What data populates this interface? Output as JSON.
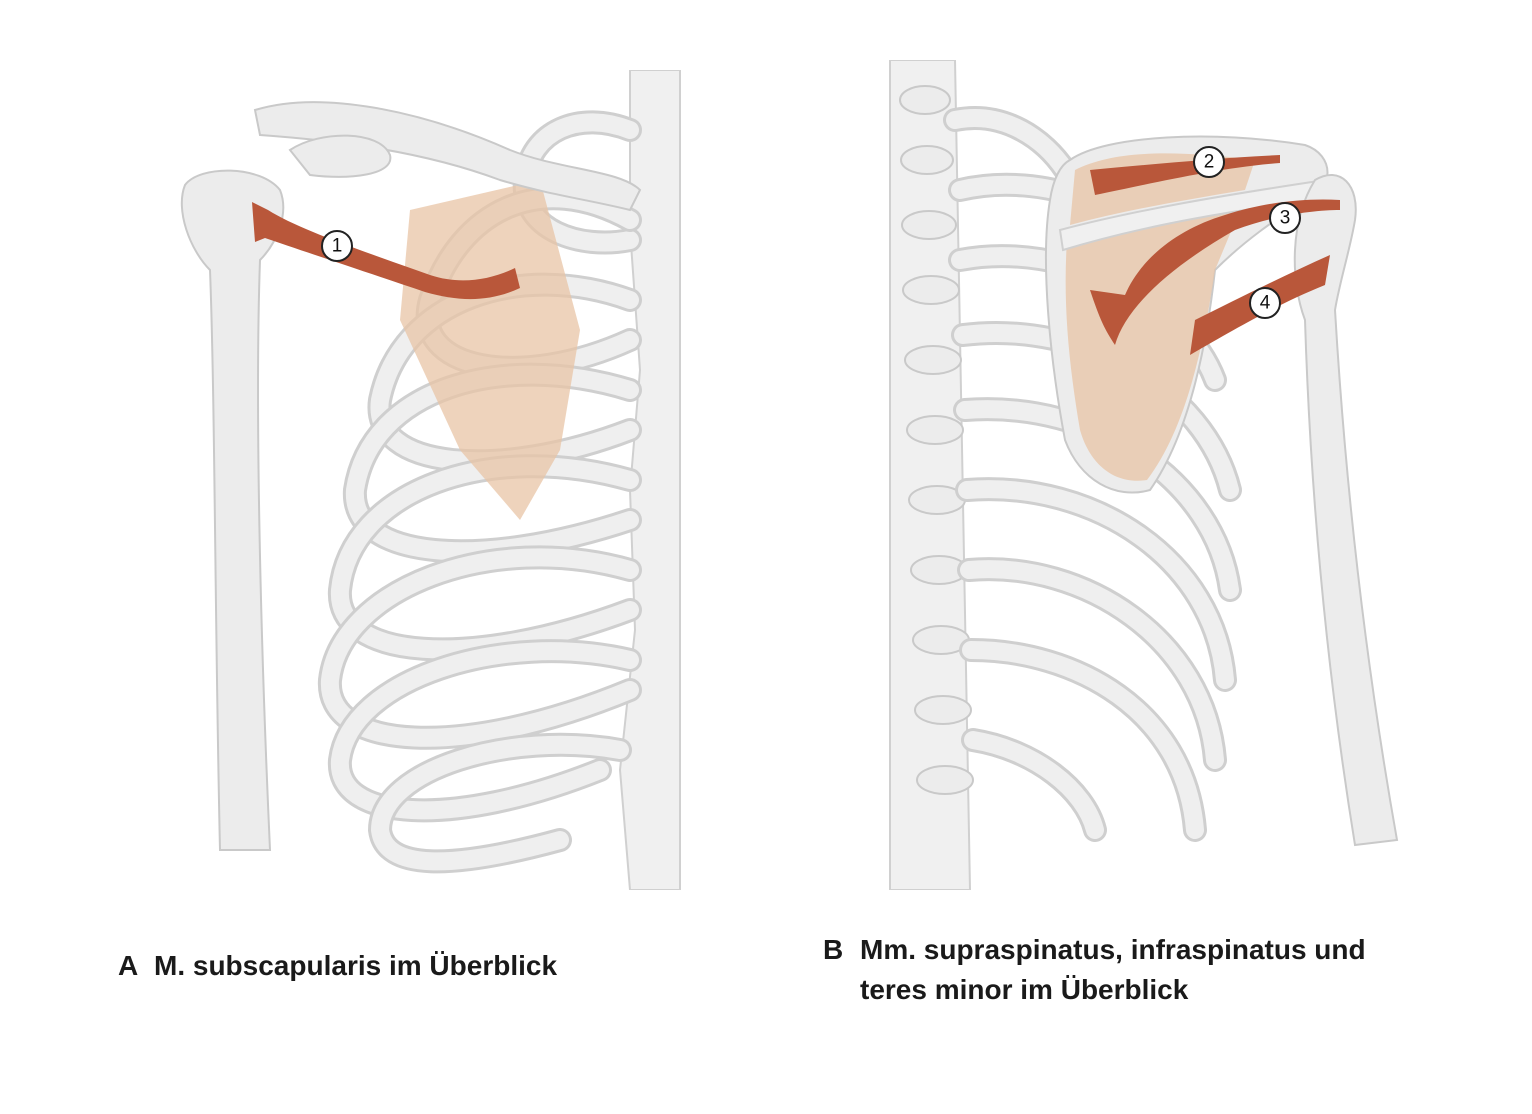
{
  "panel_a": {
    "letter": "A",
    "caption": "M. subscapularis im Überblick",
    "labels": [
      "1"
    ]
  },
  "panel_b": {
    "letter": "B",
    "caption_line1": "Mm. supraspinatus, infraspinatus und",
    "caption_line2": "teres minor im Überblick",
    "labels": [
      "2",
      "3",
      "4"
    ]
  },
  "colors": {
    "bone": "#ececec",
    "muscle_area": "#e8c4a6",
    "muscle": "#b9573a"
  }
}
